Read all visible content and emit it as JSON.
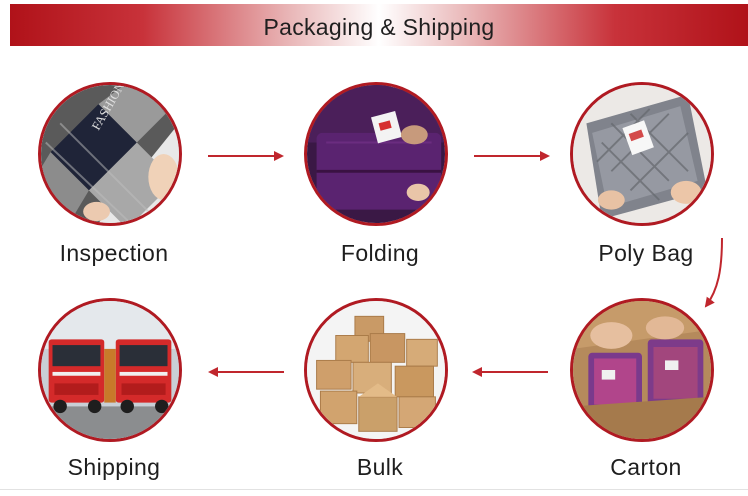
{
  "header": {
    "title": "Packaging & Shipping"
  },
  "steps": {
    "inspection": {
      "label": "Inspection"
    },
    "folding": {
      "label": "Folding"
    },
    "poly_bag": {
      "label": "Poly Bag"
    },
    "carton": {
      "label": "Carton"
    },
    "bulk": {
      "label": "Bulk"
    },
    "shipping": {
      "label": "Shipping"
    }
  },
  "photo_text": {
    "sweater_brand": "FASHION"
  },
  "colors": {
    "accent": "#b01a22",
    "banner_dark": "#b01219",
    "truck_red": "#d42a2a"
  }
}
